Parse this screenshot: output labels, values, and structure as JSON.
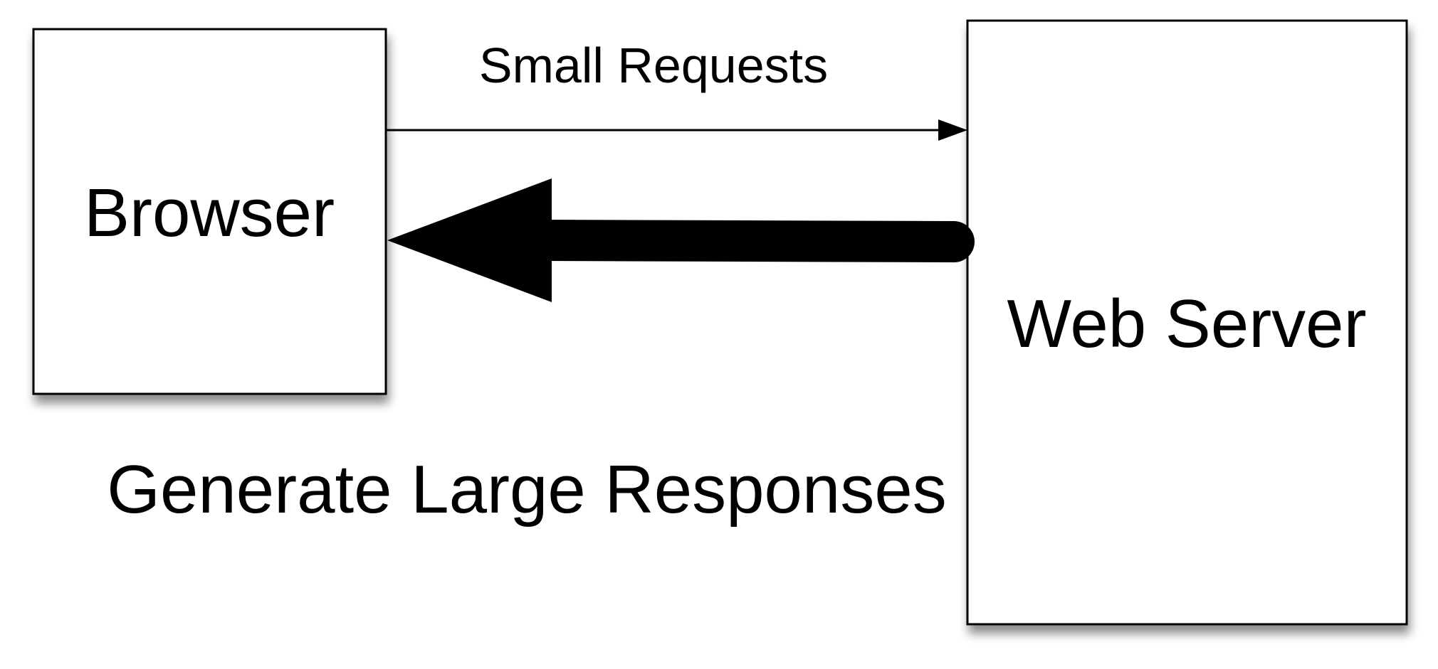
{
  "nodes": {
    "browser": {
      "label": "Browser"
    },
    "web_server": {
      "label": "Web Server"
    }
  },
  "edges": {
    "requests": {
      "label": "Small Requests"
    },
    "responses": {
      "label": "Generate Large Responses"
    }
  },
  "colors": {
    "stroke": "#000000",
    "fill": "#ffffff",
    "shadow": "#000000"
  }
}
